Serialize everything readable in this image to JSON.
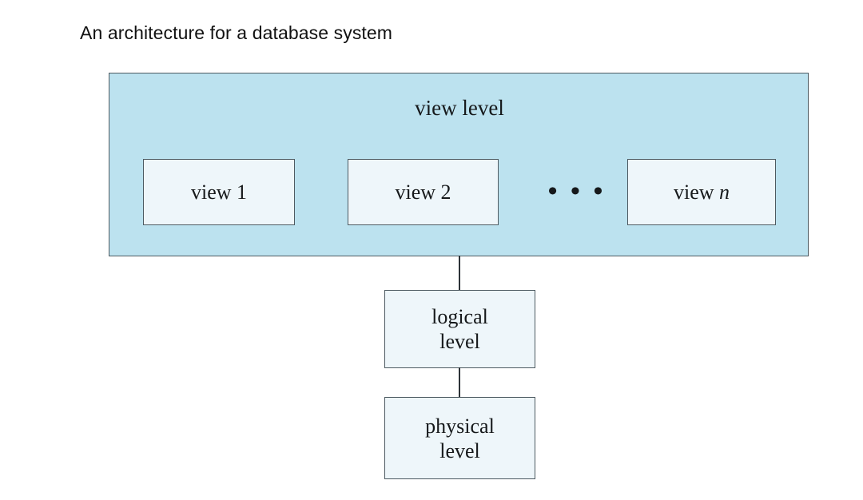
{
  "figure": {
    "title": "An architecture for a database system",
    "colors": {
      "panel_fill": "#bce2ef",
      "box_fill": "#eef6fa",
      "border": "#4d5a61",
      "connector": "#2d3338",
      "text": "#16191b",
      "title_text": "#111111",
      "background": "#ffffff"
    }
  },
  "diagram": {
    "type": "layered-architecture",
    "view_level": {
      "label": "view level",
      "views": [
        {
          "name": "view-1",
          "label": "view 1",
          "text": "view",
          "index": "1",
          "index_italic": false
        },
        {
          "name": "view-2",
          "label": "view 2",
          "text": "view",
          "index": "2",
          "index_italic": false
        },
        {
          "name": "view-n",
          "label": "view n",
          "text": "view",
          "index": "n",
          "index_italic": true
        }
      ],
      "ellipsis": "• • •"
    },
    "levels": [
      {
        "name": "logical-level",
        "label": "logical\nlevel"
      },
      {
        "name": "physical-level",
        "label": "physical\nlevel"
      }
    ],
    "connectors": [
      {
        "name": "view-to-logical",
        "from": "view level",
        "to": "logical level"
      },
      {
        "name": "logical-to-physical",
        "from": "logical level",
        "to": "physical level"
      }
    ]
  }
}
